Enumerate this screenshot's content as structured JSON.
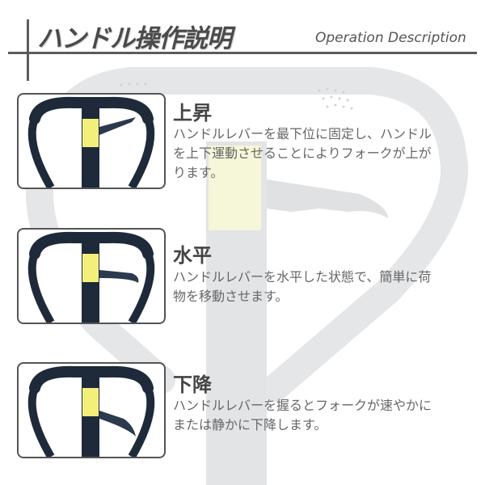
{
  "header": {
    "title": "ハンドル操作説明",
    "subtitle": "Operation Description"
  },
  "sections": [
    {
      "title": "上昇",
      "description_lines": [
        "ハンドルレバーを最下位に固定し、ハンドル",
        "を上下運動させることによりフォークが上が",
        "ります。"
      ],
      "lever_position": "raised"
    },
    {
      "title": "水平",
      "description_lines": [
        "ハンドルレバーを水平した状態で、簡単に荷",
        "物を移動させます。"
      ],
      "lever_position": "horizontal"
    },
    {
      "title": "下降",
      "description_lines": [
        "ハンドルレバーを握るとフォークが速やかに",
        "または静かに下降します。"
      ],
      "lever_position": "lowered"
    }
  ],
  "colors": {
    "heading": "#4a4a4a",
    "rule": "#5c5c5c",
    "body_text": "#666666",
    "handle_dark": "#1e2a3a",
    "background_handle": "#e6e8ea",
    "label_yellow": "#f2f07a"
  }
}
